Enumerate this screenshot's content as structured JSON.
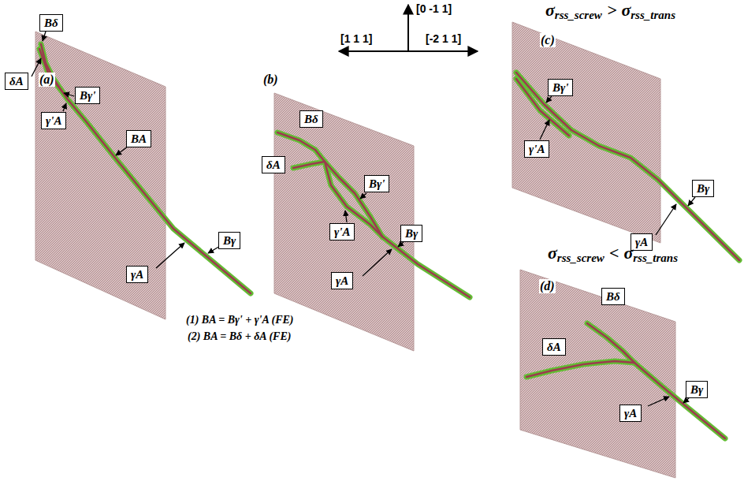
{
  "diagram": {
    "nodes": [
      {
        "text": [
          "Bδ"
        ]
      },
      {
        "text": [
          "δA"
        ]
      },
      {
        "text": [
          "Bγ'"
        ]
      },
      {
        "text": [
          "γ'A"
        ]
      },
      {
        "text": [
          "BA"
        ]
      },
      {
        "text": [
          "Bγ"
        ]
      },
      {
        "text": [
          "γA"
        ]
      },
      {
        "text": [
          "Bδ"
        ]
      },
      {
        "text": [
          "δA"
        ]
      },
      {
        "text": [
          "Bγ'"
        ]
      },
      {
        "text": [
          "γ'A"
        ]
      },
      {
        "text": [
          "Bγ"
        ]
      },
      {
        "text": [
          "γA"
        ]
      },
      {
        "text": [
          "Bγ'"
        ]
      },
      {
        "text": [
          "γ'A"
        ]
      },
      {
        "text": [
          "Bγ"
        ]
      },
      {
        "text": [
          "γA"
        ]
      },
      {
        "text": [
          "Bδ"
        ]
      },
      {
        "text": [
          "δA"
        ]
      },
      {
        "text": [
          "Bγ"
        ]
      },
      {
        "text": [
          "γA"
        ]
      }
    ],
    "edges": [],
    "labels": [
      "[0 -1 1]",
      "[1 1 1]",
      "[-2 1 1]",
      "σ",
      "rss_screw",
      ">",
      "σ",
      "rss_trans",
      "(c)",
      "(a)",
      "(b)",
      "σ",
      "rss_screw",
      "<",
      "σ",
      "rss_trans",
      "(d)",
      "(1) BA = Bγ' + γ'A (FE)",
      "(2) BA = Bδ + δA (FE)"
    ]
  }
}
